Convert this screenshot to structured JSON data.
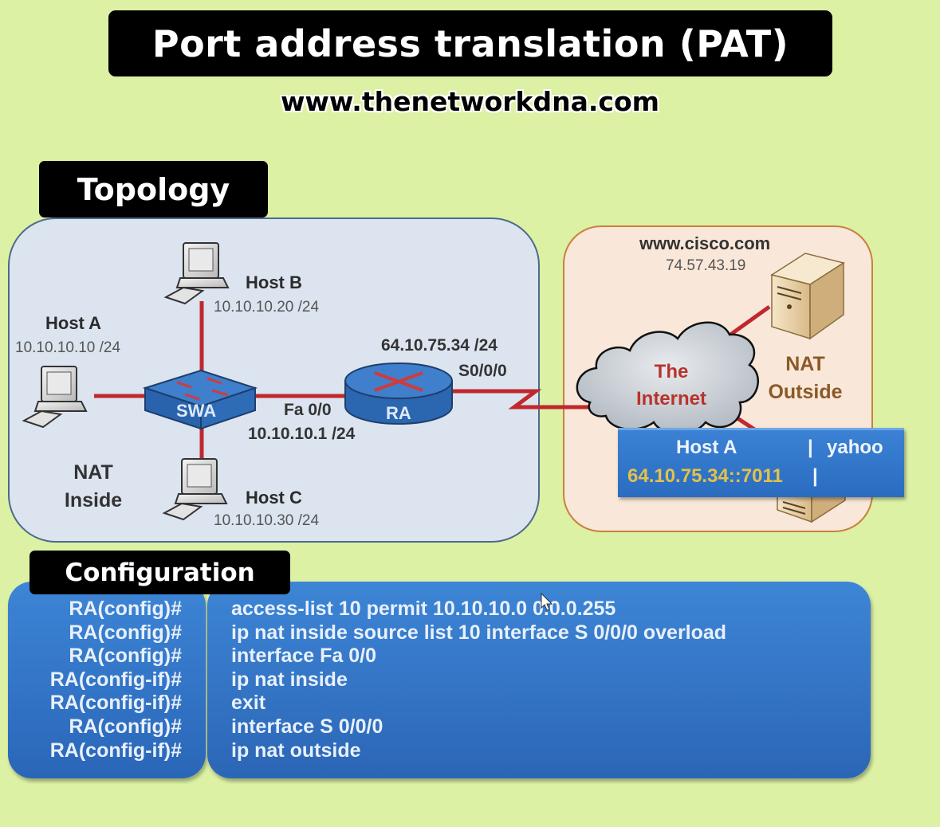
{
  "header": {
    "title": "Port address translation (PAT)",
    "website": "www.thenetworkdna.com"
  },
  "sections": {
    "topology_label": "Topology",
    "configuration_label": "Configuration"
  },
  "topology": {
    "inside_zone": {
      "line1": "NAT",
      "line2": "Inside"
    },
    "outside_zone": {
      "line1": "NAT",
      "line2": "Outside"
    },
    "hosts": [
      {
        "name": "Host A",
        "ip": "10.10.10.10 /24"
      },
      {
        "name": "Host B",
        "ip": "10.10.10.20 /24"
      },
      {
        "name": "Host C",
        "ip": "10.10.10.30 /24"
      }
    ],
    "switch": {
      "name": "SWA"
    },
    "router": {
      "name": "RA",
      "inside_interface": "Fa 0/0",
      "inside_ip": "10.10.10.1 /24",
      "outside_interface": "S0/0/0",
      "outside_ip": "64.10.75.34 /24"
    },
    "internet": {
      "line1": "The",
      "line2": "Internet"
    },
    "server": {
      "name": "www.cisco.com",
      "ip": "74.57.43.19"
    },
    "nat_table": {
      "inside_header": "Host A",
      "separator": "|",
      "outside_header": "yahoo",
      "translated_address": "64.10.75.34::7011",
      "translated_separator": "|"
    },
    "colors": {
      "link": "#c0282d",
      "device_blue": "#2f6db5",
      "inside_bg": "#dbe4ef",
      "outside_bg": "#f9e7d9",
      "nat_address": "#e3c14a"
    }
  },
  "configuration": {
    "prompts": [
      "RA(config)#",
      "RA(config)#",
      "RA(config)#",
      "RA(config-if)#",
      "RA(config-if)#",
      "RA(config)#",
      "RA(config-if)#"
    ],
    "commands": [
      "access-list 10 permit 10.10.10.0 0.0.0.255",
      "ip nat inside source list 10 interface S 0/0/0 overload",
      "interface Fa 0/0",
      "ip nat inside",
      "exit",
      "interface S 0/0/0",
      "ip nat outside"
    ]
  }
}
